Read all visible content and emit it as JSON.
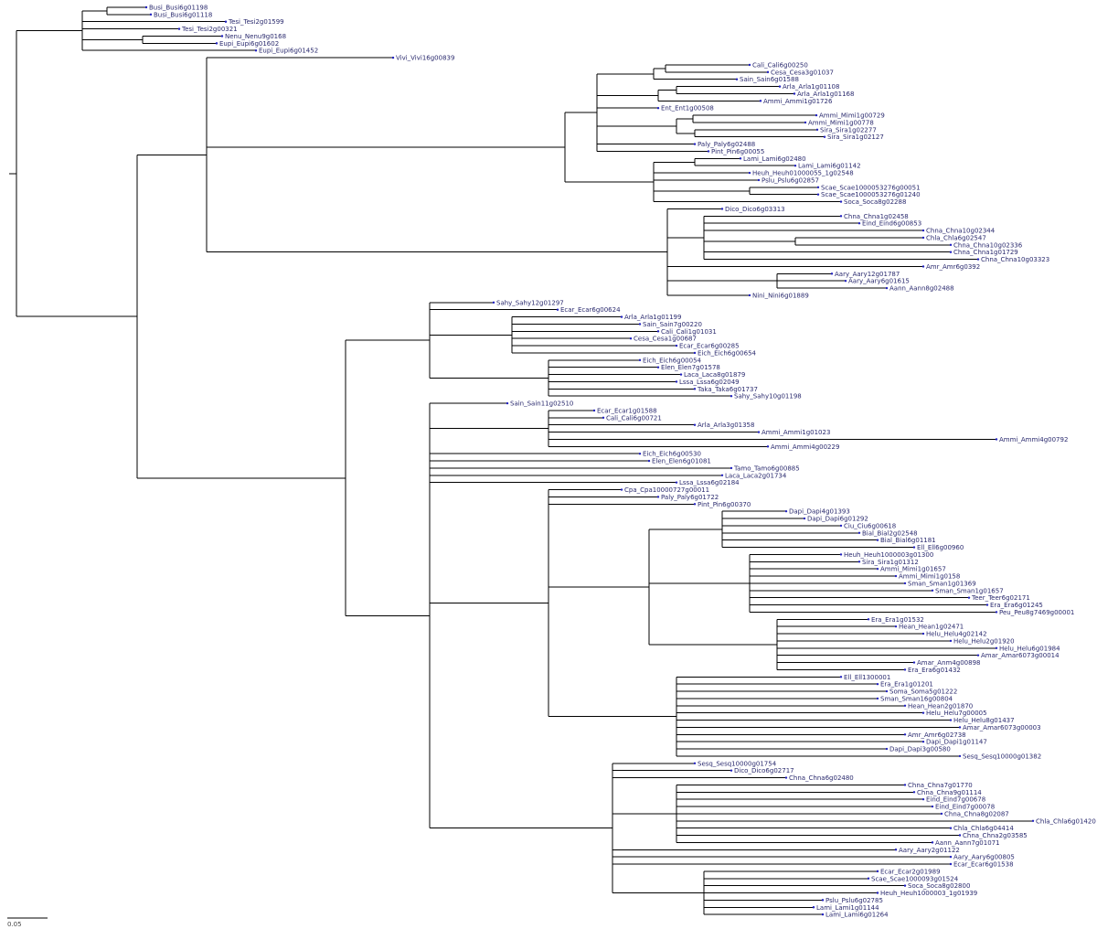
{
  "tree": {
    "scale_bar_label": "0.05",
    "colors": {
      "branch": "#000000",
      "tip_label": "#2a2a6e",
      "tip_dot": "#2020c0",
      "support": "#8b1010",
      "length": "#444444"
    },
    "tips": [
      "Busi_Busi6g01198",
      "Busi_Busi6g01118",
      "Tesi_Tesi2g01599",
      "Tesi_Tesi2g00321",
      "Nenu_Nenu9g0168",
      "Eupi_Eupi6g01602",
      "Eupi_Eupi6g01452",
      "Vivi_Vivi16g00839",
      "Cali_Cali6g00250",
      "Cesa_Cesa3g01037",
      "Sain_Sain6g01588",
      "Arla_Arla1g01108",
      "Arla_Arla1g01168",
      "Ammi_Ammi1g01726",
      "Ent_Ent1g00508",
      "Ammi_Mimi1g00729",
      "Ammi_Mimi1g00778",
      "Sira_Sira1g02277",
      "Sira_Sira1g02127",
      "Paly_Paly6g02488",
      "Pint_Pin6g00055",
      "Lami_Lami6g02480",
      "Lami_Lami6g01142",
      "Heuh_Heuh01000055_1g02548",
      "Pslu_Pslu6g02857",
      "Scae_Scae1000053276g00051",
      "Scae_Scae1000053276g01240",
      "Soca_Soca8g02288",
      "Dico_Dico6g03313",
      "Chna_Chna1g02458",
      "Eind_Eind6g00853",
      "Chna_Chna10g02344",
      "Chla_Chla6g02547",
      "Chna_Chna10g02336",
      "Chna_Chna1g01729",
      "Chna_Chna10g03323",
      "Amr_Amr6g0392",
      "Aary_Aary12g01787",
      "Aary_Aary6g01615",
      "Aann_Aann8g02488",
      "Nini_Nini6g01889",
      "Sahy_Sahy12g01297",
      "Ecar_Ecar6g00624",
      "Arla_Arla1g01199",
      "Sain_Sain7g00220",
      "Cali_Cali1g01031",
      "Cesa_Cesa1g00687",
      "Ecar_Ecar6g00285",
      "Eich_Eich6g00654",
      "Eich_Eich6g00054",
      "Elen_Elen7g01578",
      "Laca_Laca8g01879",
      "Lssa_Lssa6g02049",
      "Taka_Taka6g01737",
      "Sahy_Sahy10g01198",
      "Sain_Sain11g02510",
      "Ecar_Ecar1g01588",
      "Cali_Cali6g00721",
      "Arla_Arla3g01358",
      "Ammi_Ammi1g01023",
      "Ammi_Ammi4g00792",
      "Ammi_Ammi4g00229",
      "Eich_Eich6g00530",
      "Elen_Elen6g01081",
      "Tamo_Tamo6g00885",
      "Laca_Laca2g01734",
      "Lssa_Lssa6g02184",
      "Cpa_Cpa10000727g00011",
      "Paly_Paly6g01722",
      "Pint_Pin6g00370",
      "Dapi_Dapi4g01393",
      "Dapi_Dapi6g01292",
      "Ciu_Ciu6g00618",
      "Bial_Bial2g02548",
      "Bial_Bial6g01181",
      "Ell_Ell6g00960",
      "Heuh_Heuh1000003g01300",
      "Sira_Sira1g01312",
      "Ammi_Mimi1g01657",
      "Ammi_Mimi1g0158",
      "Sman_Sman1g01369",
      "Sman_Sman1g01657",
      "Teer_Teer6g02171",
      "Era_Era6g01245",
      "Peu_Peu8g7469g00001",
      "Era_Era1g01532",
      "Hean_Hean1g02471",
      "Helu_Helu4g02142",
      "Helu_Helu2g01920",
      "Helu_Helu6g01984",
      "Amar_Amar6073g00014",
      "Amar_Anm4g00898",
      "Era_Era6g01432",
      "Ell_Ell1300001",
      "Era_Era1g01201",
      "Soma_Soma5g01222",
      "Sman_Sman16g00804",
      "Hean_Hean2g01870",
      "Helu_Helu7g00005",
      "Helu_Helu8g01437",
      "Amar_Amar6073g00003",
      "Amr_Amr6g02738",
      "Dapi_Dapi1g01147",
      "Dapi_Dapi3g00580",
      "Sesq_Sesq10000g01382",
      "Sesq_Sesq10000g01754",
      "Dico_Dico6g02717",
      "Chna_Chna6g02480",
      "Chna_Chna7g01770",
      "Chna_Chna9g01114",
      "Eind_Eind7g00678",
      "Eind_Eind7g00078",
      "Chna_Chna8g02087",
      "Chla_Chla6g01420",
      "Chla_Chla6g04414",
      "Chna_Chna2g03585",
      "Aann_Aann7g01071",
      "Aary_Aary2g01122",
      "Aary_Aary6g00805",
      "Ecar_Ecar6g01538",
      "Ecar_Ecar2g01989",
      "Scae_Scae1000093g01524",
      "Soca_Soca8g02800",
      "Heuh_Heuh1000003_1g01939",
      "Pslu_Pslu6g02785",
      "Lami_Lami1g01144",
      "Lami_Lami6g01264"
    ]
  }
}
